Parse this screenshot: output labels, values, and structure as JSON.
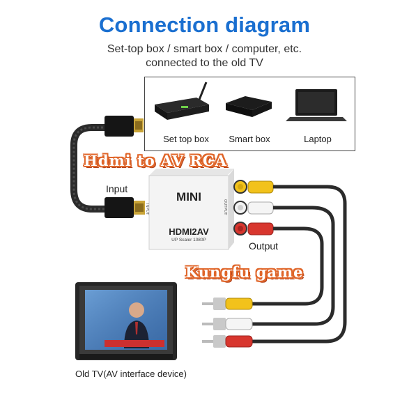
{
  "header": {
    "title": "Connection diagram",
    "subtitle_line1": "Set-top box / smart box / computer, etc.",
    "subtitle_line2": "connected to the old TV"
  },
  "devices": [
    {
      "label": "Set top box",
      "icon": "set-top-box-icon"
    },
    {
      "label": "Smart box",
      "icon": "smart-box-icon"
    },
    {
      "label": "Laptop",
      "icon": "laptop-icon"
    }
  ],
  "banners": {
    "top": "Hdmi to AV RCA",
    "middle": "Kungfu game"
  },
  "labels": {
    "input": "Input",
    "output": "Output",
    "tv": "Old TV(AV interface device)"
  },
  "converter": {
    "brand": "MINI",
    "model": "HDMI2AV",
    "sub": "UP Scaler 1080P",
    "port_in": "INPUT",
    "port_out": "OUTPUT"
  },
  "colors": {
    "title": "#1a6fd0",
    "banner_outline": "#e0662a",
    "rca_yellow": "#f2c21b",
    "rca_white": "#f2f2f2",
    "rca_red": "#d8362e"
  }
}
